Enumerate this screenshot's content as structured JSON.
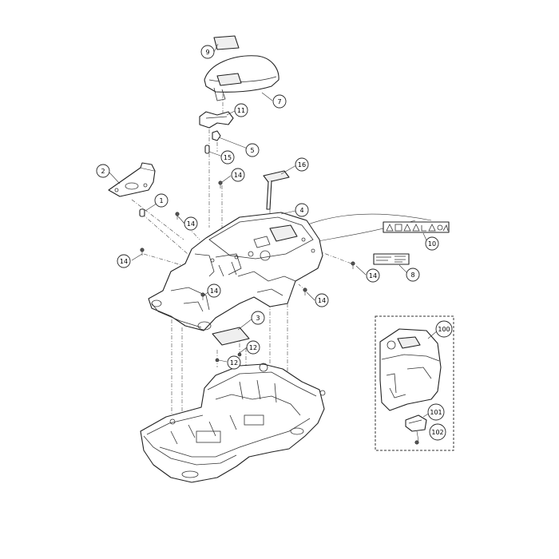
{
  "callouts": [
    {
      "id": "c9",
      "label": "9"
    },
    {
      "id": "c7",
      "label": "7"
    },
    {
      "id": "c11",
      "label": "11"
    },
    {
      "id": "c5",
      "label": "5"
    },
    {
      "id": "c15",
      "label": "15"
    },
    {
      "id": "c2",
      "label": "2"
    },
    {
      "id": "c1",
      "label": "1"
    },
    {
      "id": "c14a",
      "label": "14"
    },
    {
      "id": "c16",
      "label": "16"
    },
    {
      "id": "c4",
      "label": "4"
    },
    {
      "id": "c14b",
      "label": "14"
    },
    {
      "id": "c10",
      "label": "10"
    },
    {
      "id": "c14c",
      "label": "14"
    },
    {
      "id": "c8",
      "label": "8"
    },
    {
      "id": "c14d",
      "label": "14"
    },
    {
      "id": "c14e",
      "label": "14"
    },
    {
      "id": "c14f",
      "label": "14"
    },
    {
      "id": "c3",
      "label": "3"
    },
    {
      "id": "c12a",
      "label": "12"
    },
    {
      "id": "c12b",
      "label": "12"
    },
    {
      "id": "c100",
      "label": "100"
    },
    {
      "id": "c101",
      "label": "101"
    },
    {
      "id": "c102",
      "label": "102"
    }
  ],
  "colors": {
    "line": "#222222",
    "background": "#ffffff",
    "fill": "#efefef"
  }
}
